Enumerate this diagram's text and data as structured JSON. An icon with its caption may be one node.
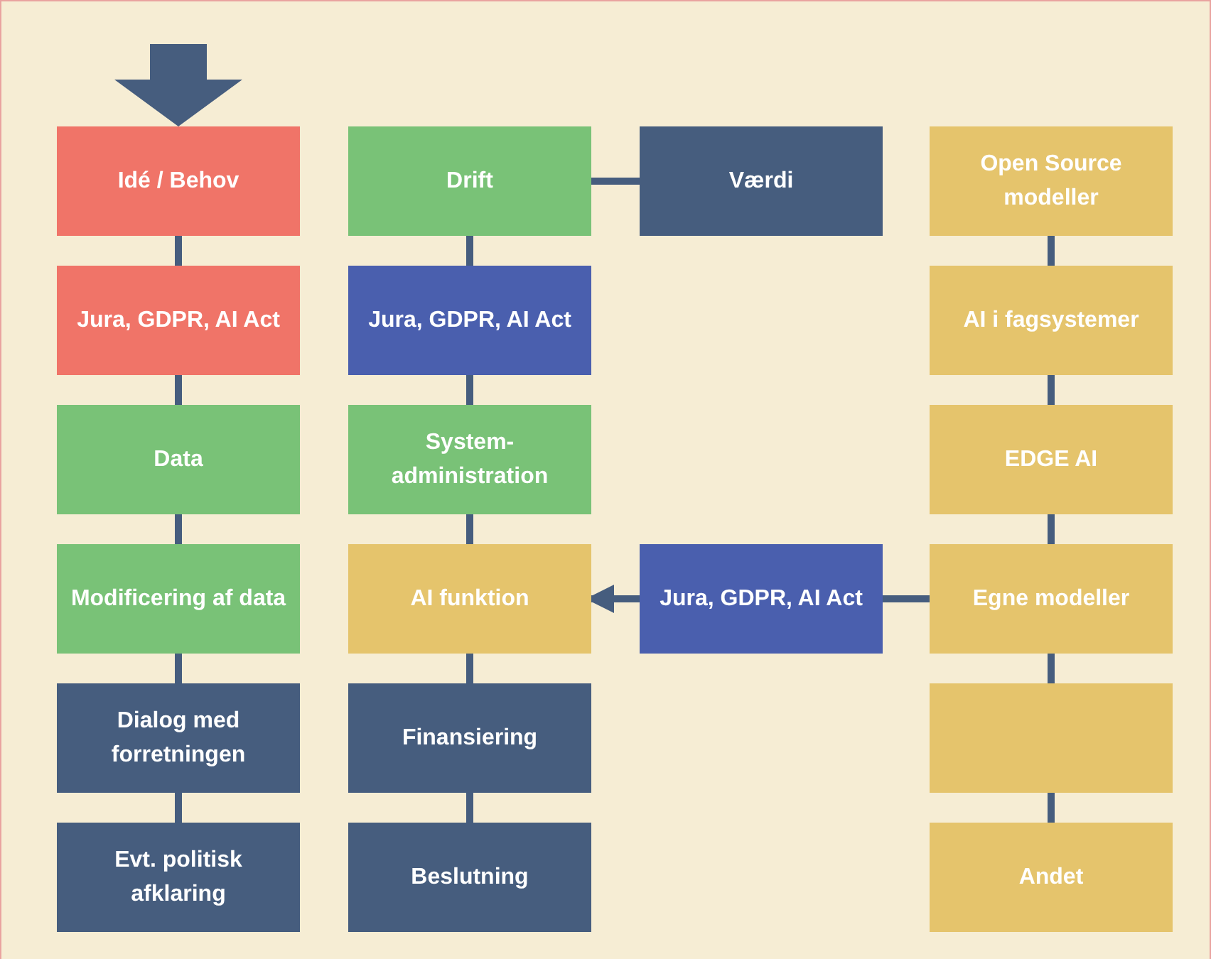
{
  "diagram": {
    "nodes": [
      {
        "text": [
          "Idé / Behov"
        ]
      },
      {
        "text": [
          "Jura, GDPR, AI Act"
        ]
      },
      {
        "text": [
          "Data"
        ]
      },
      {
        "text": [
          "Modificering af data"
        ]
      },
      {
        "text": [
          "Dialog med forretningen"
        ]
      },
      {
        "text": [
          "Evt. politisk afklaring"
        ]
      },
      {
        "text": [
          "Drift"
        ]
      },
      {
        "text": [
          "Jura, GDPR, AI Act"
        ]
      },
      {
        "text": [
          "System-administration"
        ]
      },
      {
        "text": [
          "AI funktion"
        ]
      },
      {
        "text": [
          "Finansiering"
        ]
      },
      {
        "text": [
          "Beslutning"
        ]
      },
      {
        "text": [
          "Værdi"
        ]
      },
      {
        "text": [
          "Jura, GDPR, AI Act"
        ]
      },
      {
        "text": [
          "Open Source modeller"
        ]
      },
      {
        "text": [
          "AI i fagsystemer"
        ]
      },
      {
        "text": [
          "EDGE AI"
        ]
      },
      {
        "text": [
          "Egne modeller"
        ]
      },
      {
        "text": [],
        "shape": "box"
      },
      {
        "text": [
          "Andet"
        ]
      }
    ],
    "edges": [
      {
        "from": null,
        "to": 0,
        "arrow": "to",
        "style": "thick"
      },
      {
        "from": 0,
        "to": 1,
        "arrow": "none"
      },
      {
        "from": 1,
        "to": 2,
        "arrow": "none"
      },
      {
        "from": 2,
        "to": 3,
        "arrow": "none"
      },
      {
        "from": 3,
        "to": 4,
        "arrow": "none"
      },
      {
        "from": 4,
        "to": 5,
        "arrow": "none"
      },
      {
        "from": 6,
        "to": 7,
        "arrow": "none"
      },
      {
        "from": 7,
        "to": 8,
        "arrow": "none"
      },
      {
        "from": 8,
        "to": 9,
        "arrow": "none"
      },
      {
        "from": 9,
        "to": 10,
        "arrow": "none"
      },
      {
        "from": 10,
        "to": 11,
        "arrow": "none"
      },
      {
        "from": 6,
        "to": 12,
        "arrow": "none"
      },
      {
        "from": 17,
        "to": 13,
        "arrow": "none"
      },
      {
        "from": 13,
        "to": 9,
        "arrow": "to"
      },
      {
        "from": 14,
        "to": 15,
        "arrow": "none"
      },
      {
        "from": 15,
        "to": 16,
        "arrow": "none"
      },
      {
        "from": 16,
        "to": 17,
        "arrow": "none"
      },
      {
        "from": 17,
        "to": 18,
        "arrow": "none"
      },
      {
        "from": 18,
        "to": 19,
        "arrow": "none"
      }
    ]
  }
}
